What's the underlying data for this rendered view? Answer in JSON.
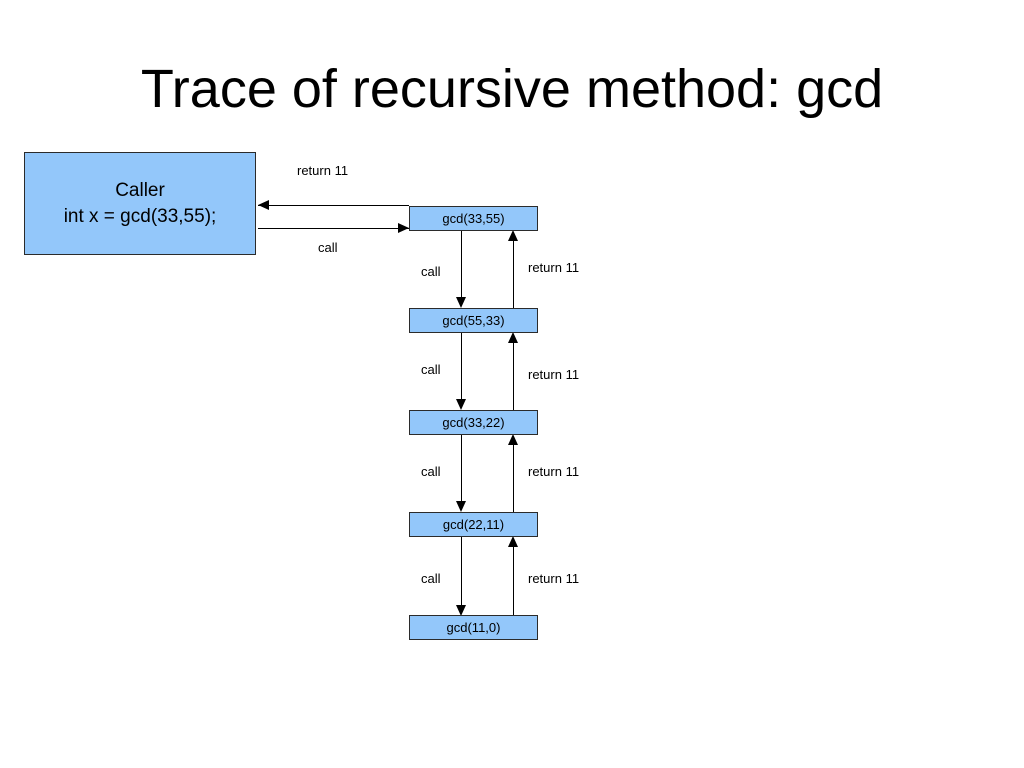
{
  "slide": {
    "title": "Trace of recursive method: gcd",
    "background": "#ffffff",
    "box_fill": "#93C7FA",
    "box_border": "#2b2b2b",
    "line_color": "#000000"
  },
  "caller": {
    "name": "Caller",
    "code": "int x = gcd(33,55);",
    "incoming_label": "return 11",
    "outgoing_label": "call"
  },
  "frames": [
    {
      "label": "gcd(33,55)"
    },
    {
      "label": "gcd(55,33)"
    },
    {
      "label": "gcd(33,22)"
    },
    {
      "label": "gcd(22,11)"
    },
    {
      "label": "gcd(11,0)"
    }
  ],
  "transitions": [
    {
      "call_label": "call",
      "return_label": "return 11"
    },
    {
      "call_label": "call",
      "return_label": "return 11"
    },
    {
      "call_label": "call",
      "return_label": "return 11"
    },
    {
      "call_label": "call",
      "return_label": "return 11"
    }
  ]
}
